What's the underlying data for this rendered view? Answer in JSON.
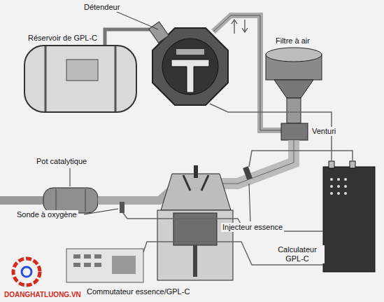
{
  "diagram": {
    "labels": [
      "Détendeur",
      "Réservoir de GPL-C",
      "Filtre à air",
      "Venturi",
      "Pot catalytique",
      "Sonde à oxygène",
      "Injecteur essence",
      "Calculateur GPL-C",
      "Commutateur essence/GPL-C",
      "DOANGHATLUONG.VN"
    ]
  }
}
